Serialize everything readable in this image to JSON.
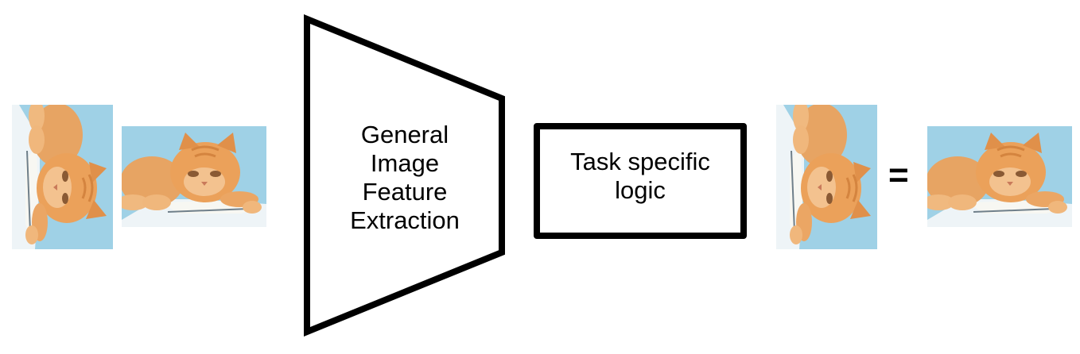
{
  "feature_extractor": {
    "lines": [
      "General",
      "Image",
      "Feature",
      "Extraction"
    ]
  },
  "task_logic": {
    "lines": [
      "Task specific",
      "logic"
    ]
  },
  "equals_sign": "=",
  "images": [
    {
      "name": "cat-rotated-input",
      "orientation": "rotated 90° clockwise"
    },
    {
      "name": "cat-upright-input",
      "orientation": "upright"
    },
    {
      "name": "cat-rotated-output",
      "orientation": "rotated 90° clockwise"
    },
    {
      "name": "cat-upright-output",
      "orientation": "upright"
    }
  ],
  "colors": {
    "photo_background": "#9fd1e6",
    "cat": "#e8a05a",
    "outline": "#000000"
  }
}
